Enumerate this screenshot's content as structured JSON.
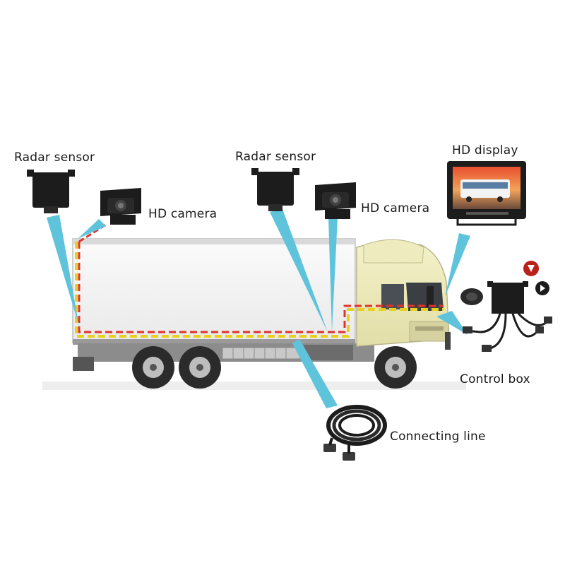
{
  "labels": {
    "radar_sensor_left": "Radar sensor",
    "radar_sensor_mid": "Radar sensor",
    "hd_display": "HD display",
    "hd_camera_left": "HD camera",
    "hd_camera_mid": "HD camera",
    "control_box": "Control box",
    "connecting_line": "Connecting line"
  },
  "colors": {
    "pointer": "#5fc3dc",
    "wire_red": "#e0332b",
    "wire_yellow": "#e6d21e",
    "cab": "#ece9b7",
    "box_body": "#f2f2f2",
    "device": "#1c1c1c"
  }
}
